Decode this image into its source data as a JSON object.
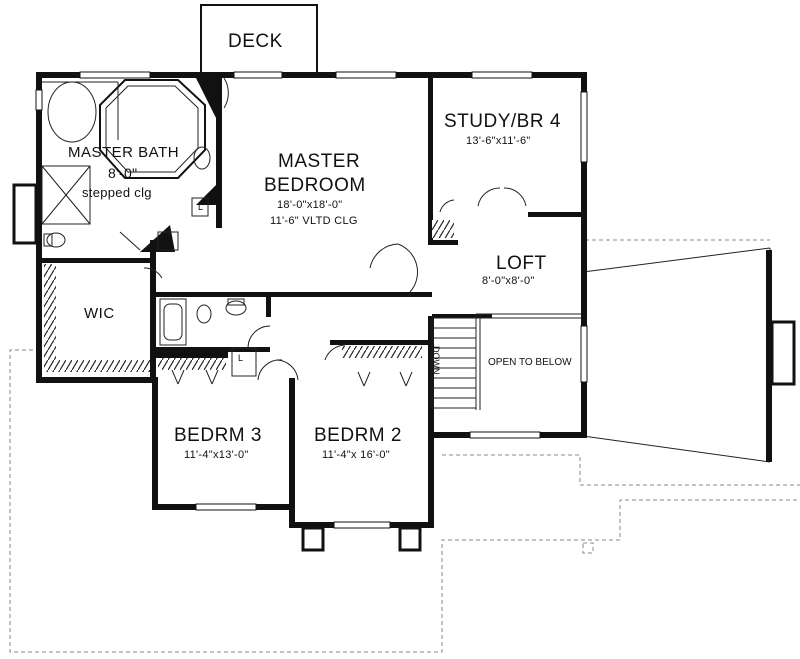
{
  "rooms": {
    "deck": {
      "name": "DECK"
    },
    "master_bath": {
      "name": "MASTER BATH",
      "dim1": "8'-0\"",
      "dim2": "stepped clg"
    },
    "master_bedroom": {
      "name_line1": "MASTER",
      "name_line2": "BEDROOM",
      "dim1": "18'-0\"x18'-0\"",
      "dim2": "11'-6\" VLTD CLG"
    },
    "study": {
      "name": "STUDY/BR 4",
      "dim": "13'-6\"x11'-6\""
    },
    "loft": {
      "name": "LOFT",
      "dim": "8'-0\"x8'-0\""
    },
    "wic": {
      "name": "WIC"
    },
    "bedrm3": {
      "name": "BEDRM 3",
      "dim": "11'-4\"x13'-0\""
    },
    "bedrm2": {
      "name": "BEDRM 2",
      "dim": "11'-4\"x 16'-0\""
    },
    "open_below": {
      "name": "OPEN TO BELOW"
    },
    "stair": {
      "label": "DOWN"
    },
    "linen": {
      "label": "L"
    }
  }
}
